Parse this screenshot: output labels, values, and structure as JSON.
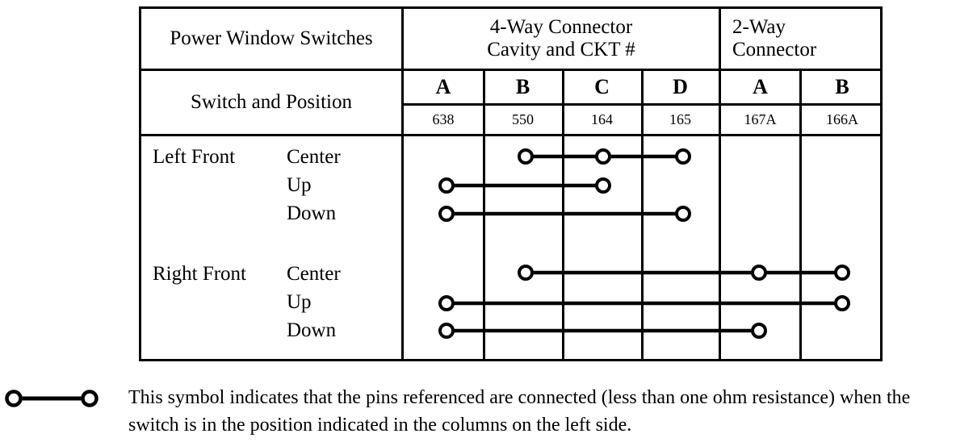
{
  "table": {
    "header": {
      "title": "Power Window Switches",
      "group_4way": "4-Way Connector\nCavity and CKT #",
      "group_4way_line1": "4-Way Connector",
      "group_4way_line2": "Cavity and CKT #",
      "group_2way_line1": "2-Way",
      "group_2way_line2": "Connector",
      "switch_and_position": "Switch and Position"
    },
    "columns": [
      {
        "id": "c4a",
        "group": "4-Way Connector",
        "letter": "A",
        "ckt": "638"
      },
      {
        "id": "c4b",
        "group": "4-Way Connector",
        "letter": "B",
        "ckt": "550"
      },
      {
        "id": "c4c",
        "group": "4-Way Connector",
        "letter": "C",
        "ckt": "164"
      },
      {
        "id": "c4d",
        "group": "4-Way Connector",
        "letter": "D",
        "ckt": "165"
      },
      {
        "id": "c2a",
        "group": "2-Way Connector",
        "letter": "A",
        "ckt": "167A"
      },
      {
        "id": "c2b",
        "group": "2-Way Connector",
        "letter": "B",
        "ckt": "166A"
      }
    ],
    "rows": [
      {
        "group": "Left Front",
        "position": "Center",
        "connections": [
          "c4b",
          "c4c",
          "c4d"
        ]
      },
      {
        "group": "",
        "position": "Up",
        "connections": [
          "c4a",
          "c4c"
        ]
      },
      {
        "group": "",
        "position": "Down",
        "connections": [
          "c4a",
          "c4d"
        ]
      },
      {
        "group": "Right Front",
        "position": "Center",
        "connections": [
          "c4b",
          "c2a",
          "c2b"
        ]
      },
      {
        "group": "",
        "position": "Up",
        "connections": [
          "c4a",
          "c2b"
        ]
      },
      {
        "group": "",
        "position": "Down",
        "connections": [
          "c4a",
          "c2a"
        ]
      }
    ],
    "row_labels": {
      "left_front": "Left Front",
      "right_front": "Right Front",
      "center": "Center",
      "up": "Up",
      "down": "Down"
    }
  },
  "footnote": {
    "line1": "This symbol indicates that the pins  referenced are connected (less than one ohm",
    "line2": "resistance) when the switch is in the position indicated in the columns on the left side.",
    "symbol_name": "connection-symbol"
  },
  "style": {
    "ink": "#000000",
    "paper": "#ffffff"
  }
}
